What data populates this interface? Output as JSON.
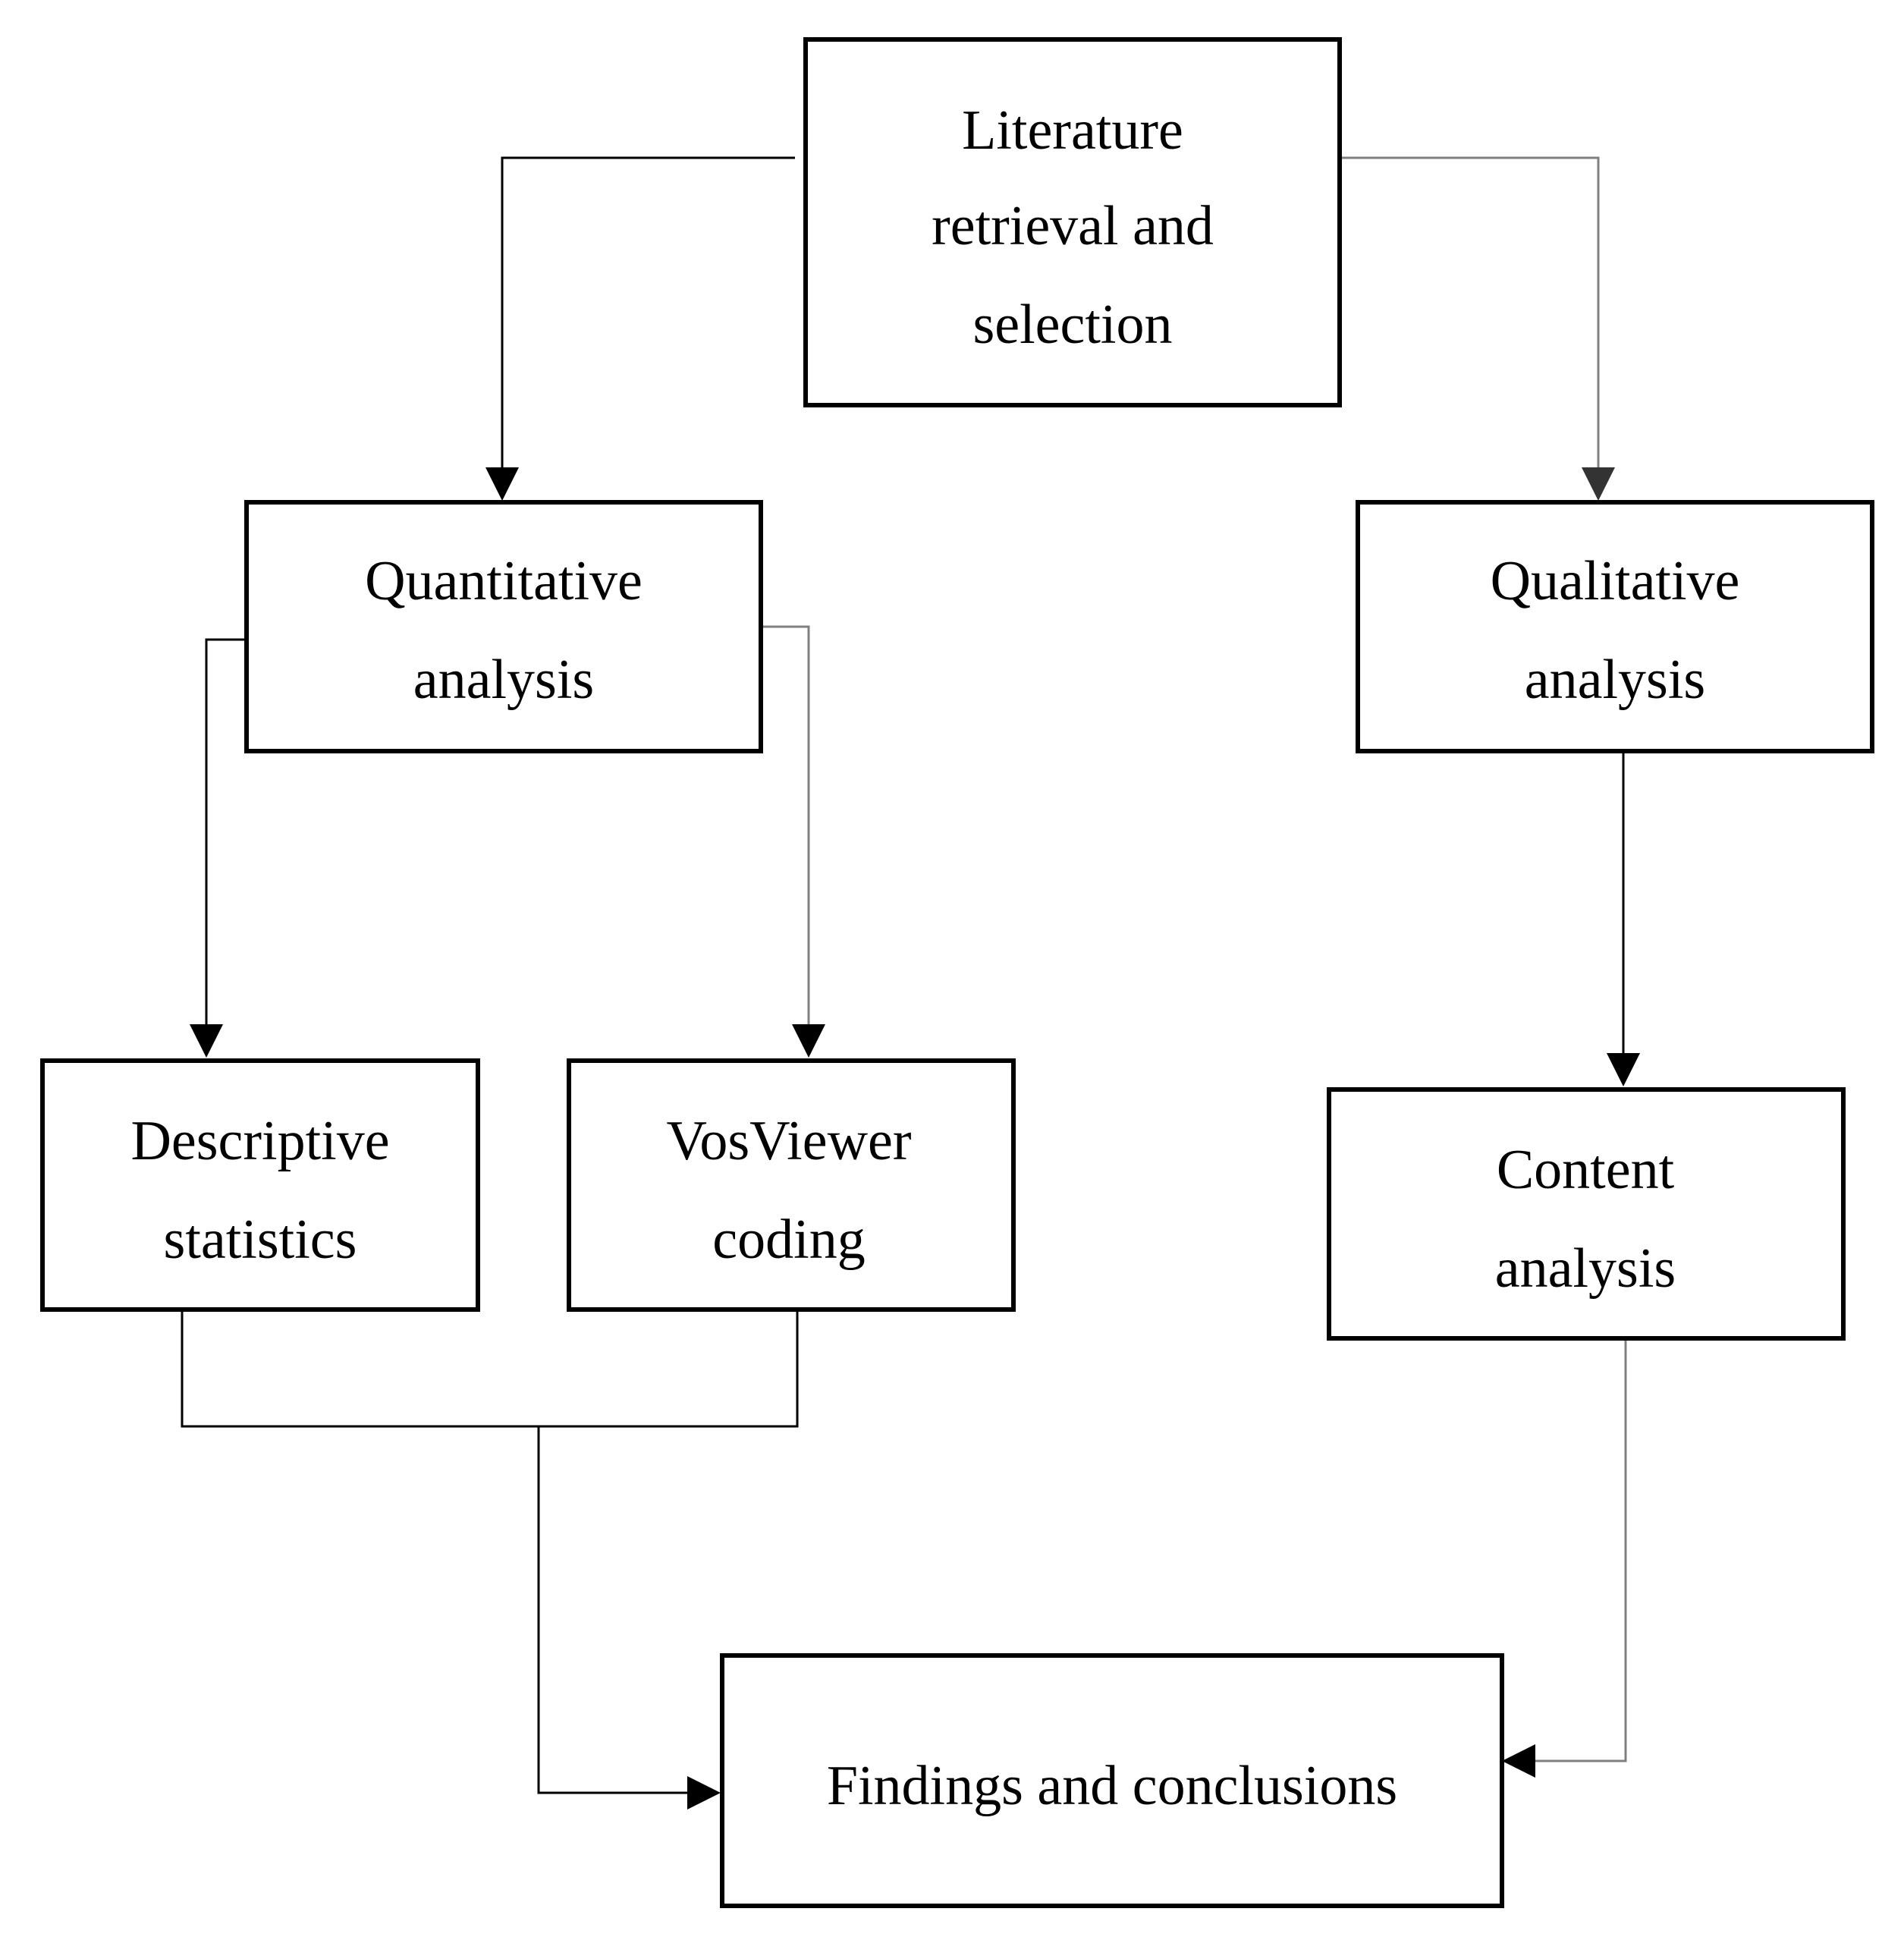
{
  "diagram": {
    "nodes": {
      "literature": {
        "lines": [
          "Literature",
          "retrieval and",
          "selection"
        ]
      },
      "quantitative": {
        "lines": [
          "Quantitative",
          "analysis"
        ]
      },
      "qualitative": {
        "lines": [
          "Qualitative",
          "analysis"
        ]
      },
      "descriptive": {
        "lines": [
          "Descriptive",
          "statistics"
        ]
      },
      "vosviewer": {
        "lines": [
          "VosViewer",
          "coding"
        ]
      },
      "content": {
        "lines": [
          "Content",
          "analysis"
        ]
      },
      "findings": {
        "lines": [
          "Findings and conclusions"
        ]
      }
    },
    "edges": [
      {
        "from": "literature",
        "to": "quantitative"
      },
      {
        "from": "literature",
        "to": "qualitative"
      },
      {
        "from": "quantitative",
        "to": "descriptive"
      },
      {
        "from": "quantitative",
        "to": "vosviewer"
      },
      {
        "from": "qualitative",
        "to": "content"
      },
      {
        "from": "descriptive",
        "to": "findings"
      },
      {
        "from": "vosviewer",
        "to": "findings"
      },
      {
        "from": "content",
        "to": "findings"
      }
    ],
    "colors": {
      "box_border": "#000000",
      "connector_dark": "#000000",
      "connector_gray": "#808080",
      "background": "#ffffff"
    }
  }
}
